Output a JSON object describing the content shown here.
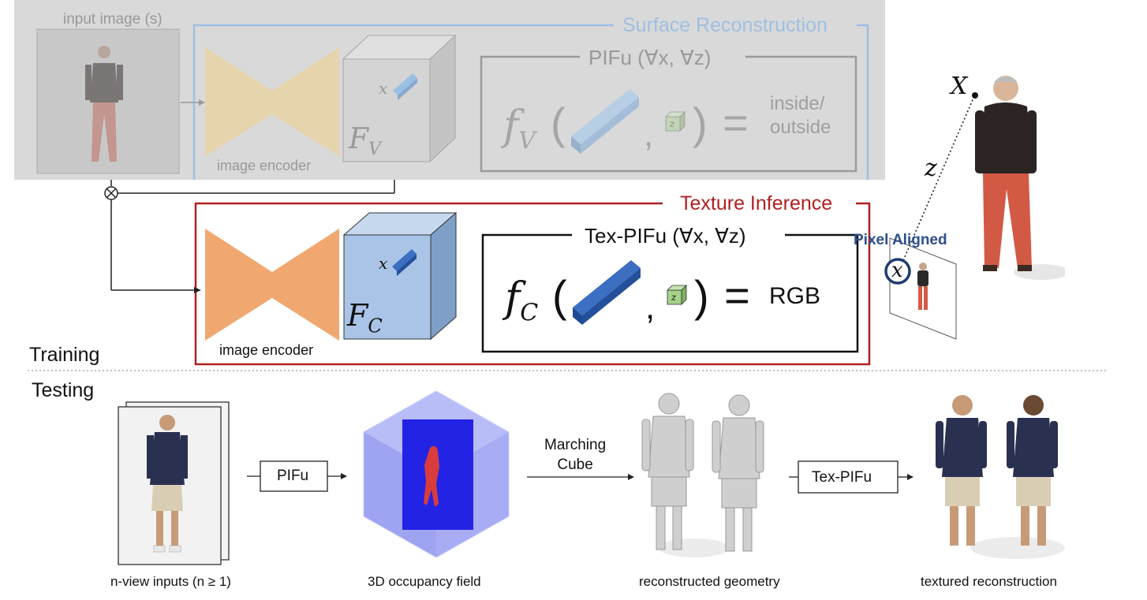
{
  "training": {
    "input_label": "input image (s)",
    "surface_title": "Surface Reconstruction",
    "texture_title": "Texture Inference",
    "encoder_label_top": "image encoder",
    "encoder_label_bottom": "image encoder",
    "feature_top": "F",
    "feature_top_sub": "V",
    "feature_bottom": "F",
    "feature_bottom_sub": "C",
    "x_var": "x",
    "pifu_title": "PIFu (∀x, ∀z)",
    "texpifu_title": "Tex-PIFu (∀x, ∀z)",
    "f_top": "f",
    "f_top_sub": "V",
    "f_bottom": "f",
    "f_bottom_sub": "C",
    "z_var": "z",
    "equals": "=",
    "comma": ",",
    "output_top": "inside/\noutside",
    "output_bottom": "RGB",
    "pixel_aligned": "Pixel Aligned",
    "big_x": "X",
    "z_label": "z",
    "circle_x": "x",
    "section_label": "Training"
  },
  "testing": {
    "section_label": "Testing",
    "pifu_box": "PIFu",
    "marching_cube": "Marching\nCube",
    "texpifu_box": "Tex-PIFu",
    "caption_inputs": "n-view inputs (n ≥ 1)",
    "caption_occupancy": "3D occupancy field",
    "caption_geometry": "reconstructed geometry",
    "caption_textured": "textured reconstruction"
  },
  "colors": {
    "encoder_orange": "#f0a870",
    "feature_blue": "#a9c4e6",
    "surface_border": "#9fbfe2",
    "texture_border": "#b02020",
    "gray_overlay": "#d9d9d9",
    "occupancy_blue": "#2a2ae8",
    "shirt_navy": "#2a3050",
    "pants_red": "#d25a45"
  }
}
